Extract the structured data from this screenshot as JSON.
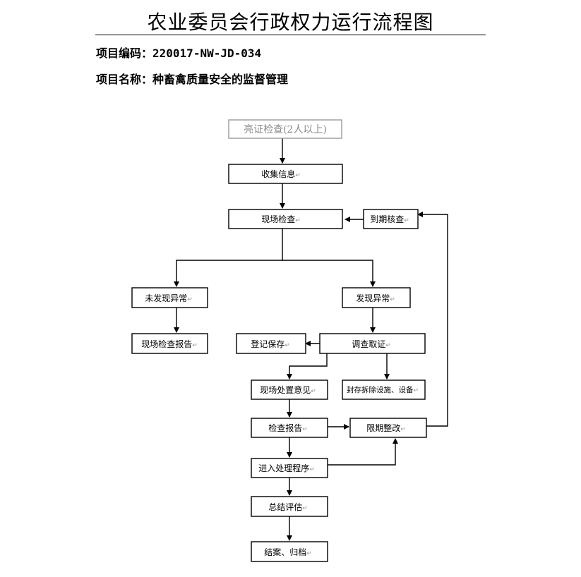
{
  "title": "农业委员会行政权力运行流程图",
  "project_code_label": "项目编码：",
  "project_code": "220017-NW-JD-034",
  "project_name_label": "项目名称：",
  "project_name": "种畜禽质量安全的监督管理",
  "para_mark": "↵",
  "nodes": {
    "n1": "亮证检查(2人以上)",
    "n2": "收集信息",
    "n3": "现场检查",
    "n4": "到期核查",
    "n5": "未发现异常",
    "n6": "发现异常",
    "n7": "现场检查报告",
    "n8": "登记保存",
    "n9": "调查取证",
    "n10": "现场处置意见",
    "n11": "封存拆除设施、设备",
    "n12": "检查报告",
    "n13": "限期整改",
    "n14": "进入处理程序",
    "n15": "总结评估",
    "n16": "结案、归档"
  }
}
